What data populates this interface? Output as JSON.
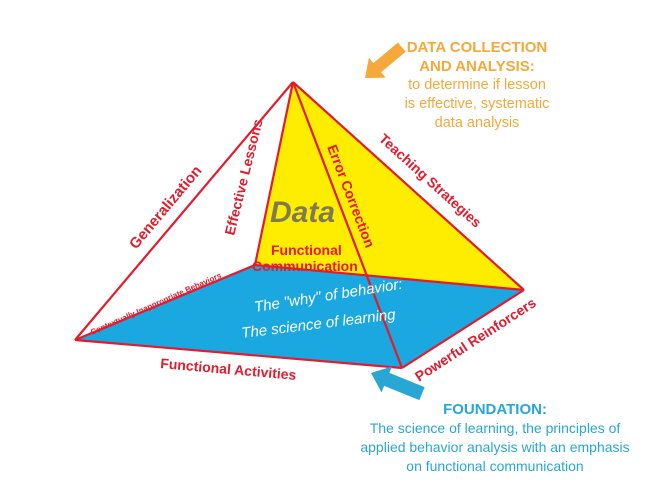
{
  "diagram": {
    "apex_label": "Data",
    "base_line1": "The \"why\" of behavior:",
    "base_line2": "The science of learning",
    "labels": {
      "generalization": "Generalization",
      "effective_lessons": "Effective Lessons",
      "error_correction": "Error Correction",
      "teaching_strategies": "Teaching Strategies",
      "functional_comm_1": "Functional",
      "functional_comm_2": "Communication",
      "contextually_inappropriate": "Contextually Inappropriate Behaviors",
      "functional_activities": "Functional Activities",
      "powerful_reinforcers": "Powerful Reinforcers"
    },
    "colors": {
      "edge": "#e31b2c",
      "face": "#ffed00",
      "base": "#1ba7df",
      "data_note": "#f4a93a",
      "foundation_note": "#29a7d4"
    }
  },
  "data_note": {
    "heading_line1": "DATA COLLECTION",
    "heading_line2": "AND ANALYSIS:",
    "line1": "to determine if lesson",
    "line2": "is effective, systematic",
    "line3": "data analysis"
  },
  "foundation_note": {
    "heading": "FOUNDATION:",
    "line1": "The science of learning, the principles of",
    "line2": "applied behavior analysis with an emphasis",
    "line3": "on functional communication"
  }
}
